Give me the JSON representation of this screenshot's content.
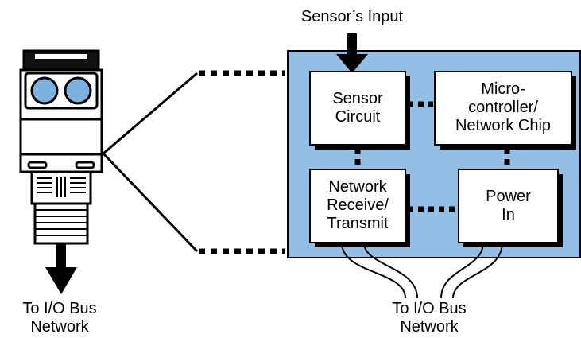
{
  "labels": {
    "sensor_input": "Sensor’s Input",
    "left_bus_line1": "To I/O Bus",
    "left_bus_line2": "Network",
    "right_bus_line1": "To I/O Bus",
    "right_bus_line2": "Network"
  },
  "blocks": {
    "sensor_circuit": [
      "Sensor",
      "Circuit"
    ],
    "microcontroller": [
      "Micro-",
      "controller/",
      "Network Chip"
    ],
    "network_rx_tx": [
      "Network",
      "Receive/",
      "Transmit"
    ],
    "power_in": [
      "Power",
      "In"
    ]
  },
  "colors": {
    "board": "#93bfe4",
    "sensor_lens": "#7ab2e0",
    "stroke": "#000000",
    "block_fill": "#ffffff"
  }
}
